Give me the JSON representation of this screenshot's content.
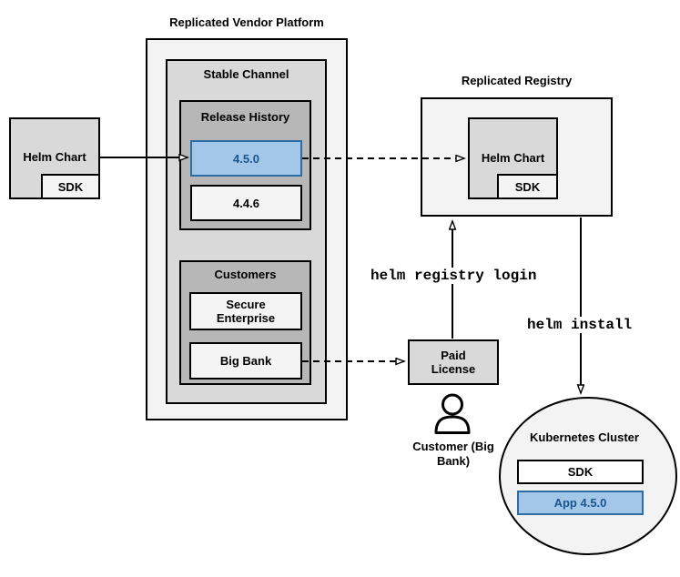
{
  "platform": {
    "title": "Replicated Vendor Platform",
    "stable_channel": "Stable Channel",
    "release_history": "Release History",
    "releases": [
      "4.5.0",
      "4.4.6"
    ],
    "customers_title": "Customers",
    "customers": [
      "Secure Enterprise",
      "Big Bank"
    ]
  },
  "source": {
    "label": "Helm Chart",
    "sdk": "SDK"
  },
  "registry": {
    "title": "Replicated Registry",
    "label": "Helm Chart",
    "sdk": "SDK"
  },
  "license": {
    "label": "Paid License"
  },
  "actor": {
    "label": "Customer (Big Bank)"
  },
  "commands": {
    "login": "helm registry login",
    "install": "helm install"
  },
  "cluster": {
    "title": "Kubernetes Cluster",
    "sdk": "SDK",
    "app": "App 4.5.0"
  },
  "colors": {
    "container_light": "#f3f3f3",
    "container_mid": "#d9d9d9",
    "container_dark": "#b7b7b7",
    "item_light": "#f4f4f4",
    "highlight_fill": "#a3c7e8",
    "highlight_border": "#2e6da4",
    "highlight_text": "#1a558f",
    "stroke": "#000000",
    "background": "#ffffff"
  }
}
